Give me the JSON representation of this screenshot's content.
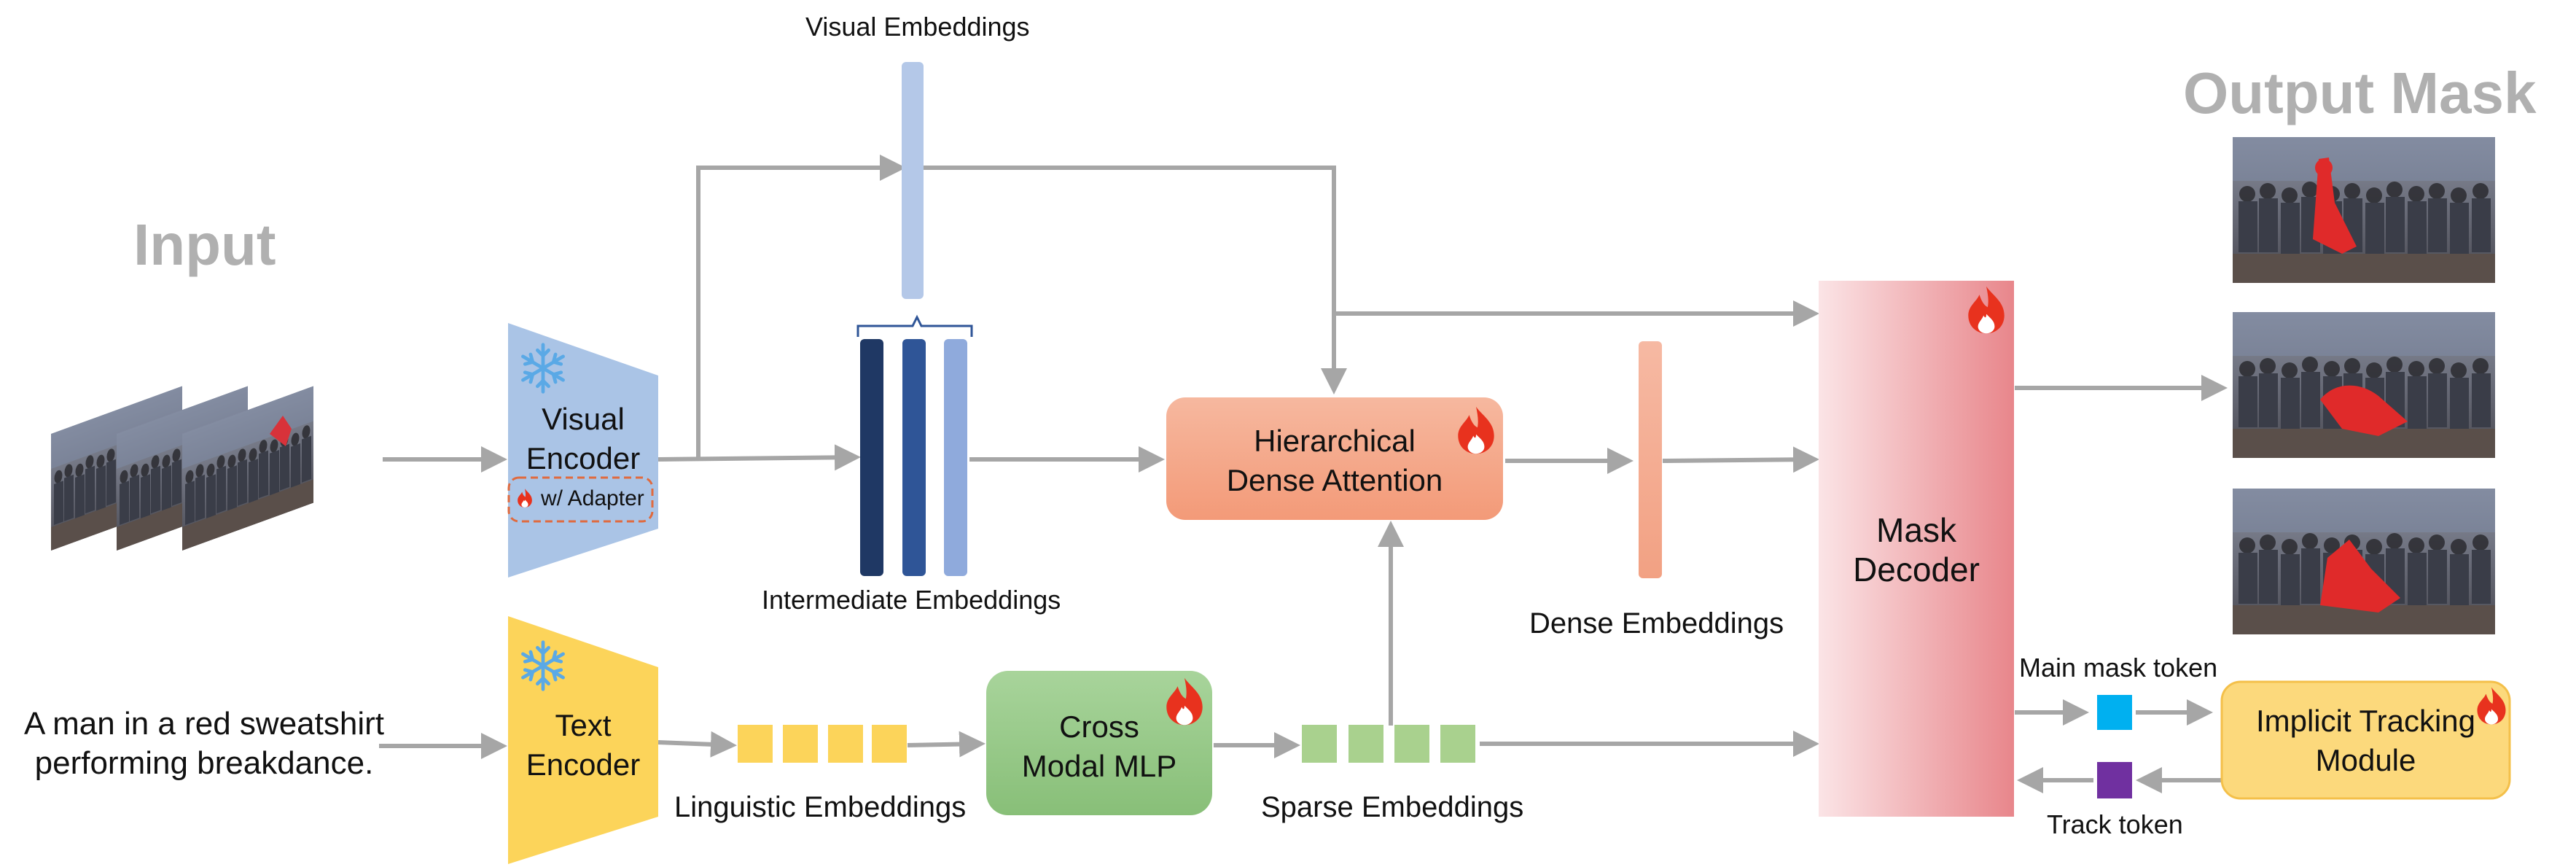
{
  "input_title": "Input",
  "output_title": "Output Mask",
  "visual_embeddings_label": "Visual Embeddings",
  "intermediate_embeddings_label": "Intermediate Embeddings",
  "dense_embeddings_label": "Dense Embeddings",
  "linguistic_embeddings_label": "Linguistic Embeddings",
  "sparse_embeddings_label": "Sparse Embeddings",
  "main_mask_token_label": "Main mask token",
  "track_token_label": "Track token",
  "text_prompt": [
    "A man in a red sweatshirt",
    "performing breakdance."
  ],
  "visual_encoder": {
    "line1": "Visual",
    "line2": "Encoder",
    "adapter": "w/ Adapter"
  },
  "text_encoder": {
    "line1": "Text",
    "line2": "Encoder"
  },
  "hda": {
    "line1": "Hierarchical",
    "line2": "Dense Attention"
  },
  "cross_modal": {
    "line1": "Cross",
    "line2": "Modal MLP"
  },
  "mask_decoder": {
    "line1": "Mask",
    "line2": "Decoder"
  },
  "tracking": {
    "line1": "Implicit Tracking",
    "line2": "Module"
  },
  "colors": {
    "arrow": "#a6a6a6",
    "visual_encoder": "#aac4e6",
    "text_encoder": "#fcd45a",
    "hda": "#f4a98a",
    "cross_modal": "#97c98a",
    "mask_decoder_light": "#f9e0e2",
    "mask_decoder_dark": "#e88b8f",
    "tracking": "#fcd97c",
    "visual_emb": "#b4c8e8",
    "inter_dark": "#1f3864",
    "inter_mid": "#2f5597",
    "inter_light": "#8faadc",
    "dense_emb": "#f4b19a",
    "ling_emb": "#fcd45a",
    "sparse_emb": "#a9d18e",
    "main_token": "#00b0f0",
    "track_token": "#7030a0",
    "fire": "#e8321e",
    "snow": "#5aa9e6"
  }
}
